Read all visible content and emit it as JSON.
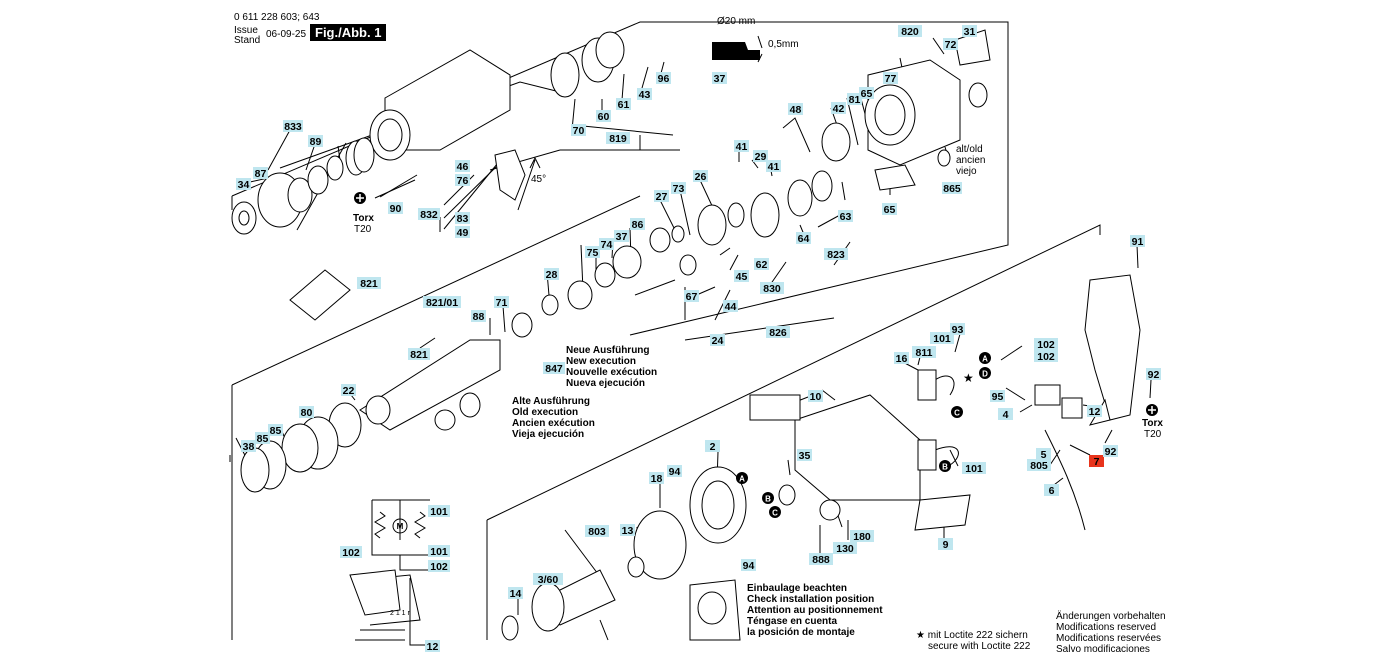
{
  "header": {
    "part_number": "0 611 228 603; 643",
    "issue_label": "Issue",
    "stand_label": "Stand",
    "date": "06-09-25",
    "fig_label": "Fig./Abb. 1"
  },
  "dimension": {
    "diameter": "Ø20 mm",
    "thickness": "0,5mm"
  },
  "notes": {
    "new_execution": [
      "Neue Ausführung",
      "New execution",
      "Nouvelle exécution",
      "Nueva ejecución"
    ],
    "old_execution": [
      "Alte Ausführung",
      "Old execution",
      "Ancien exécution",
      "Vieja ejecución"
    ],
    "installation": [
      "Einbaulage beachten",
      "Check installation position",
      "Attention au positionnement",
      "Téngase en cuenta",
      "la posición de montaje"
    ],
    "alt_old": [
      "alt/old",
      "ancien",
      "viejo"
    ],
    "loctite": [
      "★ mit Loctite 222 sichern",
      "secure with Loctite 222"
    ],
    "modifications": [
      "Änderungen vorbehalten",
      "Modifications reserved",
      "Modifications reservées",
      "Salvo modificaciones"
    ],
    "torx": "Torx",
    "torx_size": "T20",
    "angle": "45°"
  },
  "callouts": [
    "820",
    "31",
    "72",
    "77",
    "42",
    "81",
    "65",
    "865",
    "48",
    "37",
    "96",
    "43",
    "61",
    "60",
    "70",
    "819",
    "833",
    "89",
    "87",
    "34",
    "46",
    "76",
    "832",
    "83",
    "49",
    "90",
    "41",
    "29",
    "41",
    "26",
    "73",
    "27",
    "64",
    "63",
    "65",
    "86",
    "37",
    "74",
    "75",
    "28",
    "62",
    "45",
    "44",
    "830",
    "823",
    "67",
    "24",
    "826",
    "821",
    "821/01",
    "88",
    "71",
    "821",
    "847",
    "22",
    "80",
    "85",
    "38",
    "85",
    "10",
    "16",
    "811",
    "101",
    "93",
    "102",
    "102",
    "95",
    "4",
    "12",
    "91",
    "92",
    "5",
    "805",
    "7",
    "92",
    "6",
    "35",
    "2",
    "18",
    "94",
    "13",
    "180",
    "130",
    "888",
    "9",
    "101",
    "803",
    "3/60",
    "14",
    "94",
    "101",
    "101",
    "102",
    "102",
    "12"
  ],
  "highlight_color": "#bfe6ef",
  "highlight_red": "#e8341c",
  "circle_letters": [
    "A",
    "B",
    "C",
    "D"
  ],
  "motor_symbol": "M",
  "terminal_labels": "2 1 1 r"
}
